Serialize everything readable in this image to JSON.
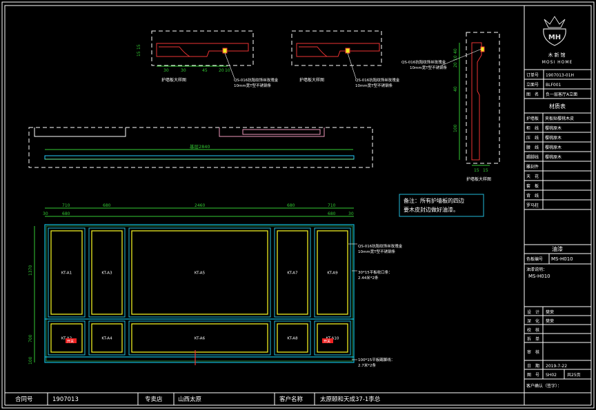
{
  "logo": {
    "name_cn": "木新馆",
    "name_en": "MOSI HOME"
  },
  "info": [
    {
      "label": "订单号",
      "value": "1907013-01H"
    },
    {
      "label": "立面号",
      "value": "BLF001"
    },
    {
      "label": "图　名",
      "value": "负一层客厅A立面"
    }
  ],
  "materials": {
    "title": "材质表",
    "rows": [
      {
        "label": "护墙板",
        "value": "夹板贴樱桃木皮"
      },
      {
        "label": "柜　线",
        "value": "樱桃原木"
      },
      {
        "label": "压　线",
        "value": "樱桃原木"
      },
      {
        "label": "腰　线",
        "value": "樱桃原木"
      },
      {
        "label": "踢脚线",
        "value": "樱桃原木"
      },
      {
        "label": "雕刻件",
        "value": ""
      },
      {
        "label": "天　花",
        "value": ""
      },
      {
        "label": "套　板",
        "value": ""
      },
      {
        "label": "背　线",
        "value": ""
      },
      {
        "label": "罗马柱",
        "value": ""
      }
    ]
  },
  "finish": {
    "title": "油漆",
    "color_label": "色板编号",
    "color_value": "MS-H010",
    "note_label": "油漆说明：",
    "note_value": "MS-H010"
  },
  "signoff": [
    {
      "label": "设　计",
      "value": "樊荣"
    },
    {
      "label": "深　化",
      "value": "樊荣"
    },
    {
      "label": "校　核",
      "value": ""
    },
    {
      "label": "拆　单",
      "value": ""
    },
    {
      "label": "审　核",
      "value": ""
    }
  ],
  "date": {
    "label": "日　期",
    "value": "2019-7-22"
  },
  "sheet": {
    "label": "图　号",
    "value": "SH02",
    "total": "共25页"
  },
  "client_confirm": "客户确认（签字）：",
  "bottom": {
    "contract_label": "合同号",
    "contract_value": "1907013",
    "store_label": "专卖店",
    "store_value": "山西太原",
    "client_label": "客户名称",
    "client_value": "太原颐和天成37-1李总"
  },
  "note": {
    "line1": "备注：所有护墙板的四边",
    "line2": "要木皮封边做好油漆。"
  },
  "details": {
    "detail_title": "护墙板大样图",
    "part_line1": "QS-016抗阻纹饰丝玫瑰金",
    "part_line2": "10mm宽T型不锈钢条",
    "dims_small": [
      "30",
      "30",
      "45",
      "20",
      "10"
    ],
    "dims_side_top": [
      "15",
      "15"
    ],
    "dims_vert": [
      "40",
      "10",
      "20",
      "40",
      "100"
    ],
    "dims_bottom": [
      "15",
      "15"
    ]
  },
  "plan": {
    "total_label": "基层2840"
  },
  "elevation": {
    "top_dims": [
      "710",
      "680",
      "2460",
      "680",
      "710"
    ],
    "sub_dims": [
      "30",
      "680",
      "680",
      "30"
    ],
    "left_dims": [
      "1370",
      "700",
      "100"
    ],
    "panels": [
      "KT-A1",
      "KT-A3",
      "KT-A5",
      "KT-A7",
      "KT-A9",
      "KT-A2",
      "KT-A4",
      "KT-A6",
      "KT-A8",
      "KT-A10"
    ],
    "callout1_line1": "QS-016抗阻纹饰丝玫瑰金",
    "callout1_line2": "10mm宽T型不锈钢条",
    "callout2_line1": "30*15平板收口条：",
    "callout2_line2": "2.44米*2条",
    "callout3_line1": "100*15平板踢脚线：",
    "callout3_line2": "2.7米*2条",
    "tag": "开关"
  }
}
